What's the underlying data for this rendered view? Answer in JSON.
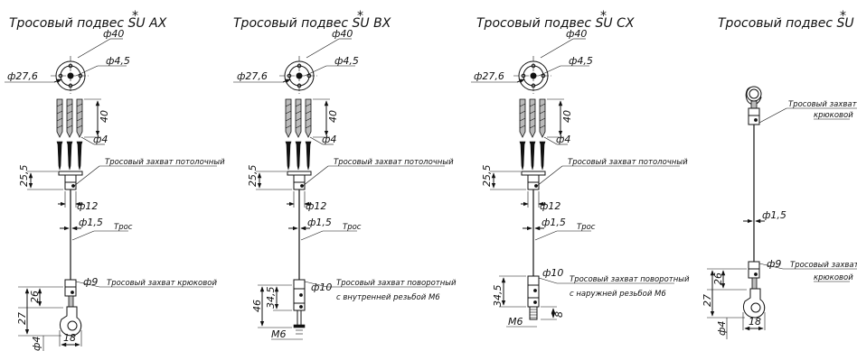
{
  "panels": [
    {
      "title": "Тросовый подвес SU AX",
      "star": "*",
      "dims": {
        "d40": "ф40",
        "d276": "ф27,6",
        "d45": "ф4,5",
        "h40": "40",
        "d4": "ф4",
        "h255": "25,5",
        "d12": "ф12",
        "d15": "ф1,5",
        "d9": "ф9",
        "h26": "26",
        "h27": "27",
        "d4b": "ф4",
        "w18": "18"
      },
      "labels": {
        "ceiling": "Тросовый захват потолочный",
        "cable": "Трос",
        "hook": "Тросовый захват крюковой"
      }
    },
    {
      "title": "Тросовый подвес SU BX",
      "star": "*",
      "dims": {
        "d40": "ф40",
        "d276": "ф27,6",
        "d45": "ф4,5",
        "h40": "40",
        "d4": "ф4",
        "h255": "25,5",
        "d12": "ф12",
        "d15": "ф1,5",
        "d10": "ф10",
        "h345": "34,5",
        "h46": "46",
        "m6": "M6"
      },
      "labels": {
        "ceiling": "Тросовый захват потолочный",
        "cable": "Трос",
        "swivel1": "Тросовый захват поворотный",
        "swivel2": "с внутренней резьбой М6"
      }
    },
    {
      "title": "Тросовый подвес SU CX",
      "star": "*",
      "dims": {
        "d40": "ф40",
        "d276": "ф27,6",
        "d45": "ф4,5",
        "h40": "40",
        "d4": "ф4",
        "h255": "25,5",
        "d12": "ф12",
        "d15": "ф1,5",
        "d10": "ф10",
        "h345": "34,5",
        "h8": "8",
        "m6": "M6"
      },
      "labels": {
        "ceiling": "Тросовый захват потолочный",
        "cable": "Трос",
        "swivel1": "Тросовый захват поворотный",
        "swivel2": "с наружней резьбой М6"
      }
    },
    {
      "title": "Тросовый подвес SU DX",
      "star": "*",
      "dims": {
        "d15": "ф1,5",
        "d9": "ф9",
        "h26": "26",
        "h27": "27",
        "d4": "ф4",
        "w18": "18"
      },
      "labels": {
        "hookTop1": "Тросовый захват",
        "hookTop2": "крюковой",
        "hookBot1": "Тросовый захват",
        "hookBot2": "крюковой"
      }
    }
  ]
}
